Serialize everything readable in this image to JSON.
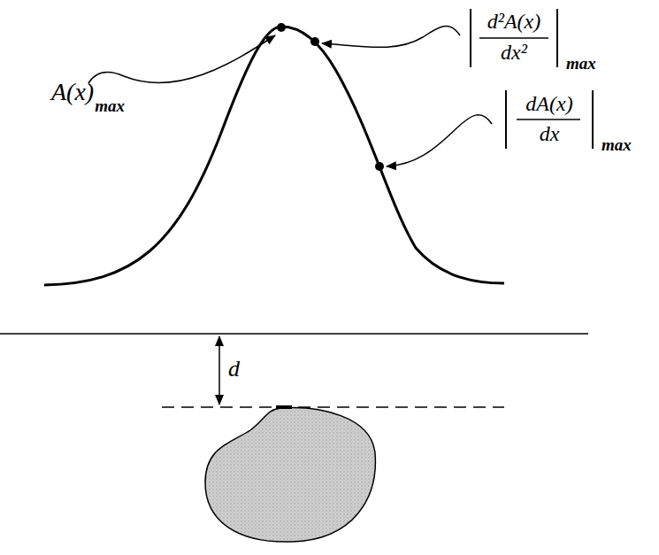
{
  "diagram": {
    "labels": [
      "A(x)",
      "max",
      "d²A(x)",
      "dx²",
      "max",
      "dA(x)",
      "dx",
      "max",
      "d"
    ]
  }
}
